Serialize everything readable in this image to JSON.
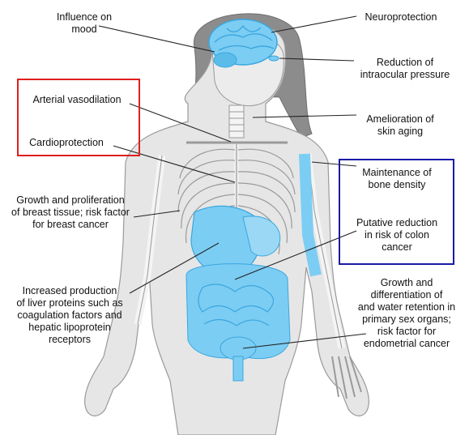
{
  "colors": {
    "body_fill": "#e6e6e6",
    "body_outline": "#9a9a9a",
    "bone": "#f4f4f4",
    "organ_blue": "#7ccdf3",
    "organ_blue_dark": "#3aa6df",
    "red_box": "#e01e1e",
    "blue_box": "#1a1aa6",
    "leader": "#222222"
  },
  "labels": {
    "influence_mood": "Influence on\nmood",
    "neuroprotection": "Neuroprotection",
    "intraocular": "Reduction of\nintraocular pressure",
    "arterial": "Arterial vasodilation",
    "cardio": "Cardioprotection",
    "skin_aging": "Amelioration of\nskin aging",
    "bone_density": "Maintenance of\nbone density",
    "breast": "Growth and proliferation\nof breast tissue; risk factor\nfor breast cancer",
    "colon": "Putative reduction\nin risk of colon\ncancer",
    "liver": "Increased production\nof liver proteins such as\ncoagulation factors and\nhepatic lipoprotein\nreceptors",
    "sex_organs": "Growth and\ndifferentiation of\nand water retention in\nprimary sex organs;\nrisk factor for\nendometrial cancer"
  },
  "boxes": [
    {
      "name": "cardiovascular-group-box",
      "color_key": "red_box"
    },
    {
      "name": "bone-colon-group-box",
      "color_key": "blue_box"
    }
  ]
}
